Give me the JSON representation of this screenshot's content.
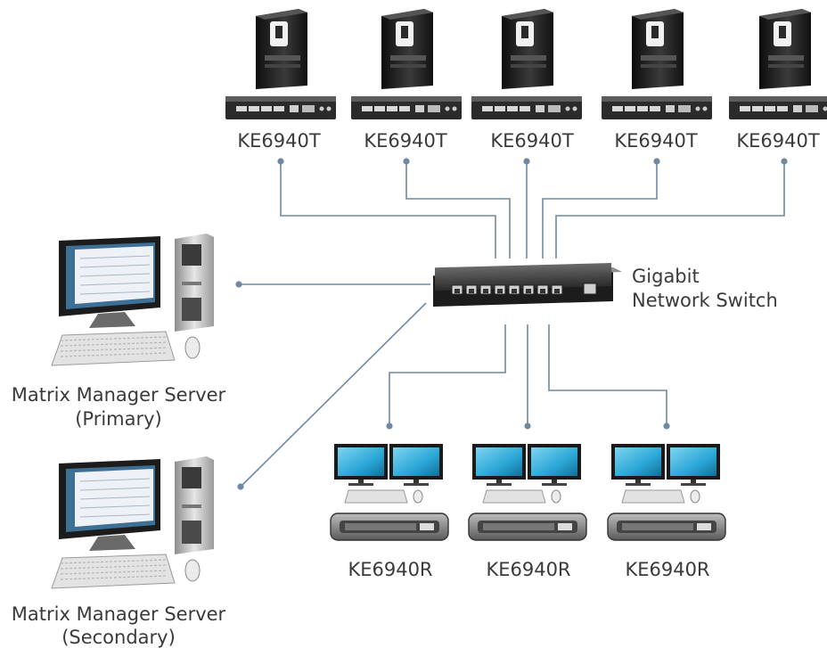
{
  "transmitters": [
    {
      "label": "KE6940T"
    },
    {
      "label": "KE6940T"
    },
    {
      "label": "KE6940T"
    },
    {
      "label": "KE6940T"
    },
    {
      "label": "KE6940T"
    }
  ],
  "switch": {
    "line1": "Gigabit",
    "line2": "Network Switch"
  },
  "servers": [
    {
      "line1": "Matrix Manager Server",
      "line2": "(Primary)"
    },
    {
      "line1": "Matrix Manager Server",
      "line2": "(Secondary)"
    }
  ],
  "receivers": [
    {
      "label": "KE6940R"
    },
    {
      "label": "KE6940R"
    },
    {
      "label": "KE6940R"
    }
  ],
  "colors": {
    "line": "#6f89a3",
    "text": "#3a3a3a",
    "tower": "#1e1e1e",
    "screen": "#2aa7d6"
  }
}
